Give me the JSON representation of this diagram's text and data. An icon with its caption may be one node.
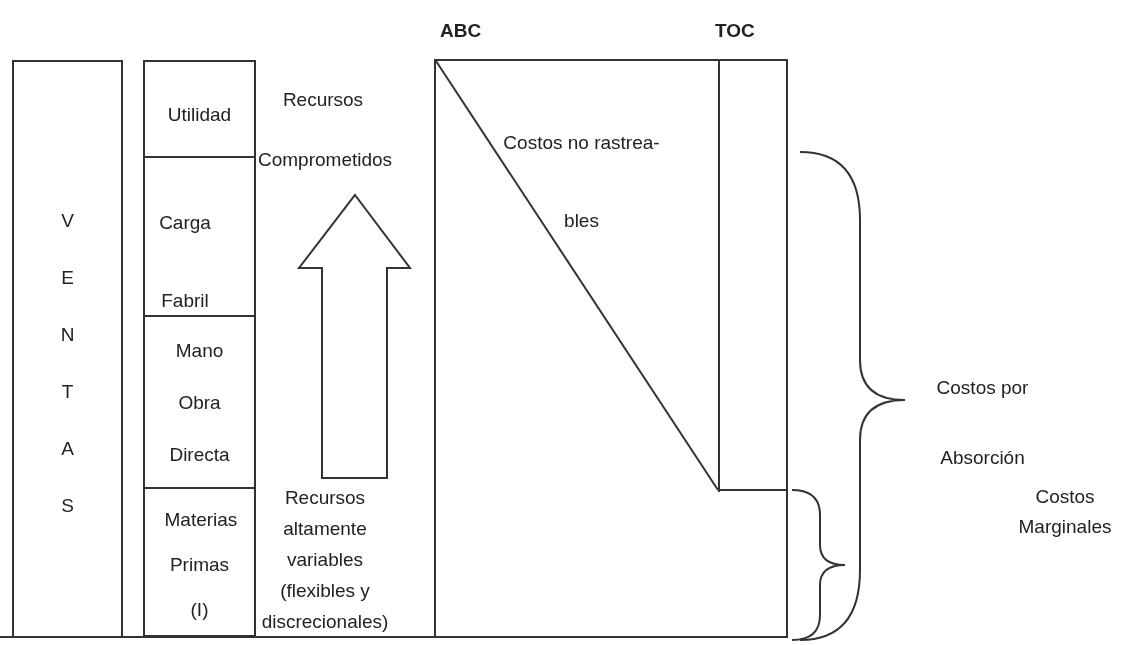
{
  "diagram": {
    "nodes": [
      {
        "text": [
          "V E N T A S"
        ]
      },
      {
        "text": [
          "Utilidad"
        ]
      },
      {
        "text": [
          "Carga Fabril"
        ]
      },
      {
        "text": [
          "Mano Obra Directa"
        ]
      },
      {
        "text": [
          "Materias Primas (I)"
        ]
      },
      {
        "text": [
          "Costos no rastrea- bles"
        ]
      },
      {
        "text": [],
        "shape": "box",
        "in": 5
      }
    ],
    "labels": [
      "ABC",
      "TOC",
      "Recursos Comprometidos",
      "Recursos altamente variables (flexibles y discrecionales)",
      "Costos por Absorción",
      "Costos Marginales"
    ]
  }
}
